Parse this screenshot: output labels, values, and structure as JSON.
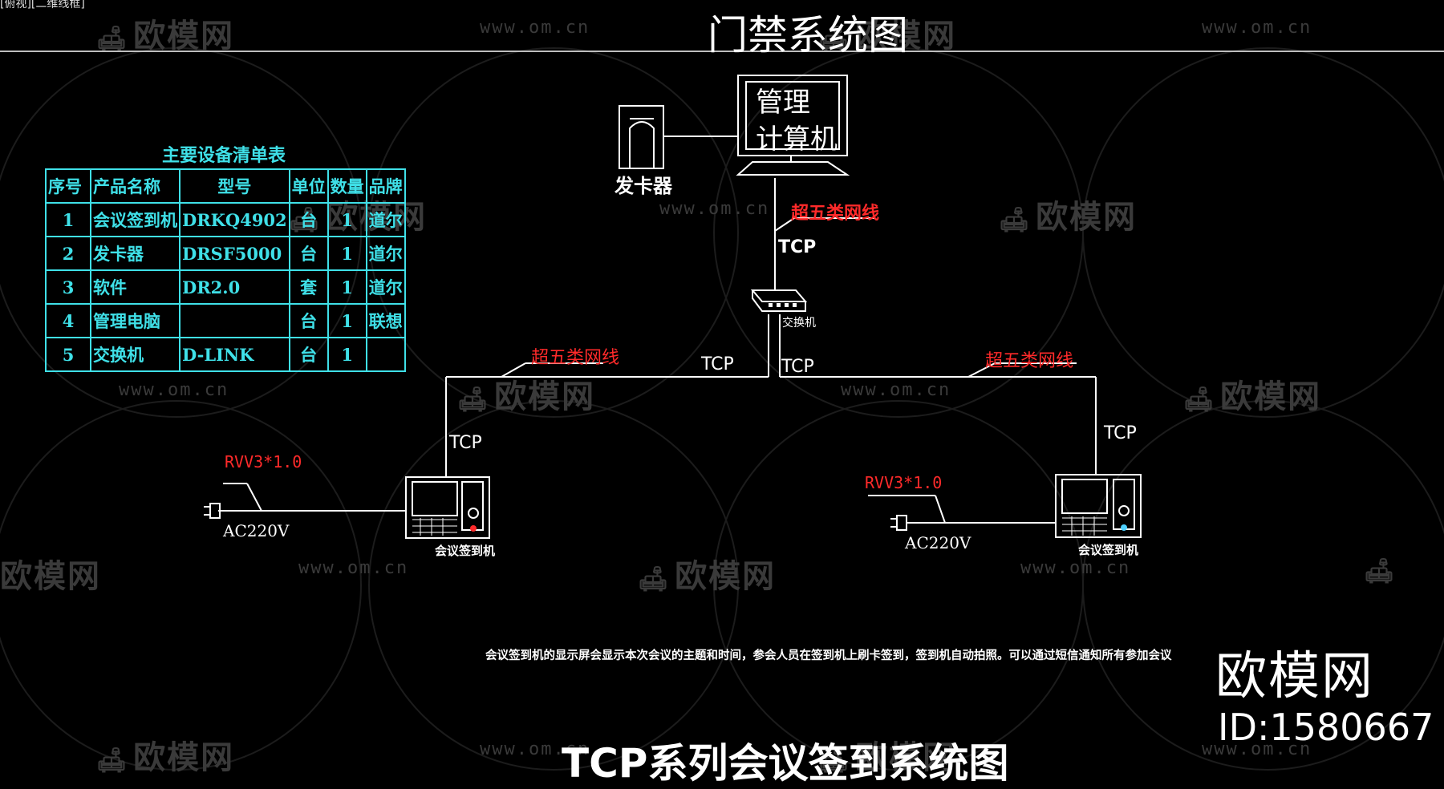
{
  "view_label": "[俯视][二维线框]",
  "title_top": "门禁系统图",
  "title_bottom": "TCP系列会议签到系统图",
  "watermark": {
    "logo_text": "欧模网",
    "url_text": "www.om.cn"
  },
  "brand": {
    "name": "欧模网",
    "id": "ID:1580667"
  },
  "devices": {
    "computer_line1": "管理",
    "computer_line2": "计算机",
    "card_issuer": "发卡器",
    "switch": "交换机",
    "terminal_left": "会议签到机",
    "terminal_right": "会议签到机"
  },
  "cables": {
    "cat5e_top": "超五类网线",
    "cat5e_left": "超五类网线",
    "cat5e_right": "超五类网线",
    "tcp_top": "TCP",
    "tcp_switch_left": "TCP",
    "tcp_switch_right": "TCP",
    "tcp_left_drop": "TCP",
    "tcp_right_drop": "TCP",
    "power_cable_left": "RVV3*1.0",
    "power_cable_right": "RVV3*1.0",
    "power_left": "AC220V",
    "power_right": "AC220V"
  },
  "table": {
    "title": "主要设备清单表",
    "headers": [
      "序号",
      "产品名称",
      "型号",
      "单位",
      "数量",
      "品牌"
    ],
    "rows": [
      [
        "1",
        "会议签到机",
        "DRKQ4902",
        "台",
        "1",
        "道尔"
      ],
      [
        "2",
        "发卡器",
        "DRSF5000",
        "台",
        "1",
        "道尔"
      ],
      [
        "3",
        "软件",
        "DR2.0",
        "套",
        "1",
        "道尔"
      ],
      [
        "4",
        "管理电脑",
        "",
        "台",
        "1",
        "联想"
      ],
      [
        "5",
        "交换机",
        "D-LINK",
        "台",
        "1",
        ""
      ]
    ]
  },
  "note": "会议签到机的显示屏会显示本次会议的主题和时间，参会人员在签到机上刷卡签到，签到机自动拍照。可以通过短信通知所有参加会议"
}
